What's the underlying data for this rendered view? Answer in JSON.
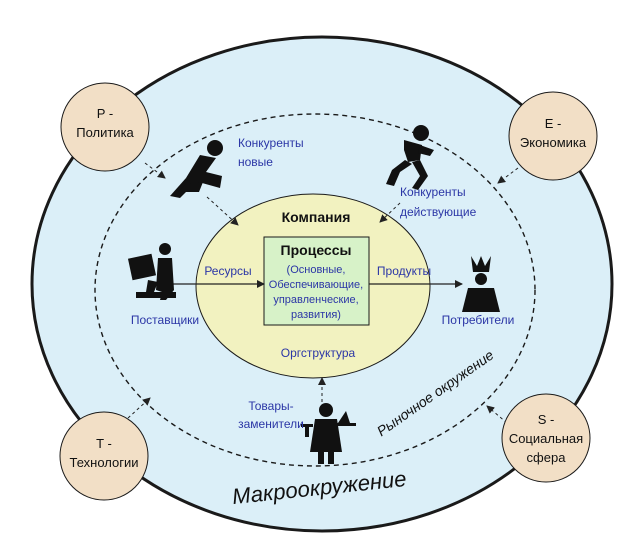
{
  "company": {
    "title": "Компания",
    "processes_title": "Процессы",
    "processes_lines": [
      "(Основные,",
      "Обеспечивающие,",
      "управленческие,",
      "развития)"
    ],
    "resources": "Ресурсы",
    "products": "Продукты",
    "org_structure": "Оргструктура"
  },
  "market": {
    "competitors_new": [
      "Конкуренты",
      "новые"
    ],
    "competitors_existing": [
      "Конкуренты",
      "действующие"
    ],
    "suppliers": "Поставщики",
    "consumers": "Потребители",
    "substitutes": [
      "Товары-",
      "заменители"
    ],
    "label": "Рыночное окружение"
  },
  "macro": {
    "label": "Макроокружение",
    "factors": {
      "p": [
        "P -",
        "Политика"
      ],
      "e": [
        "E -",
        "Экономика"
      ],
      "t": [
        "T -",
        "Технологии"
      ],
      "s": [
        "S -",
        "Социальная",
        "сфера"
      ]
    }
  },
  "colors": {
    "outer_fill": "#dbeff8",
    "company_fill": "#f2f2c0",
    "process_fill": "#d7f2c8",
    "factor_fill": "#f2dfc6",
    "blue_text": "#2b36a6",
    "black_text": "#111111"
  },
  "icons": {
    "competitors_new": "crouching-runner-icon",
    "competitors_existing": "sprinter-icon",
    "suppliers": "worker-with-box-icon",
    "consumers": "crowned-person-icon",
    "substitutes": "waiter-icon"
  }
}
